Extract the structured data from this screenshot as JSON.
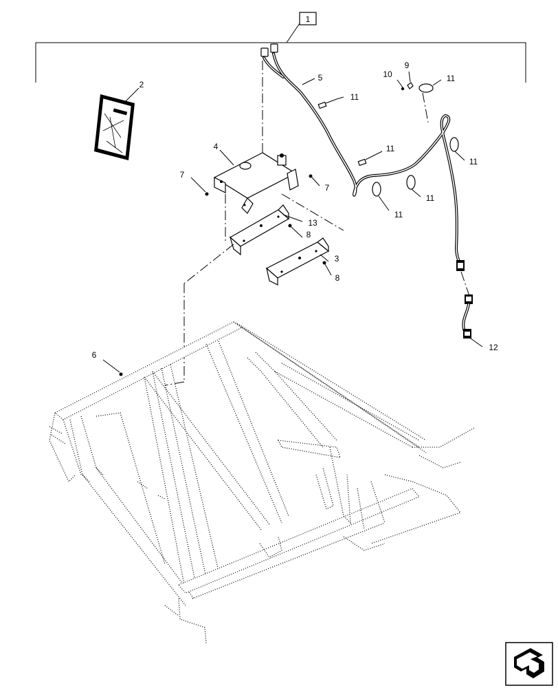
{
  "callouts": {
    "assembly": "1",
    "manual": "2",
    "mount_right": "3",
    "bracket": "4",
    "harness_main": "5",
    "frame": "6",
    "bolt_left": "7",
    "bolt_right": "7",
    "nut_upper": "8",
    "nut_lower": "8",
    "pin": "9",
    "clip": "10",
    "tie_upper_mid": "11",
    "tie_top_right": "11",
    "tie_mid": "11",
    "tie_side": "11",
    "tie_low_right": "11",
    "tie_low_left": "11",
    "extension_harness": "12",
    "mount_left": "13"
  },
  "icons": {
    "nav": "next-page-arrow-icon"
  }
}
